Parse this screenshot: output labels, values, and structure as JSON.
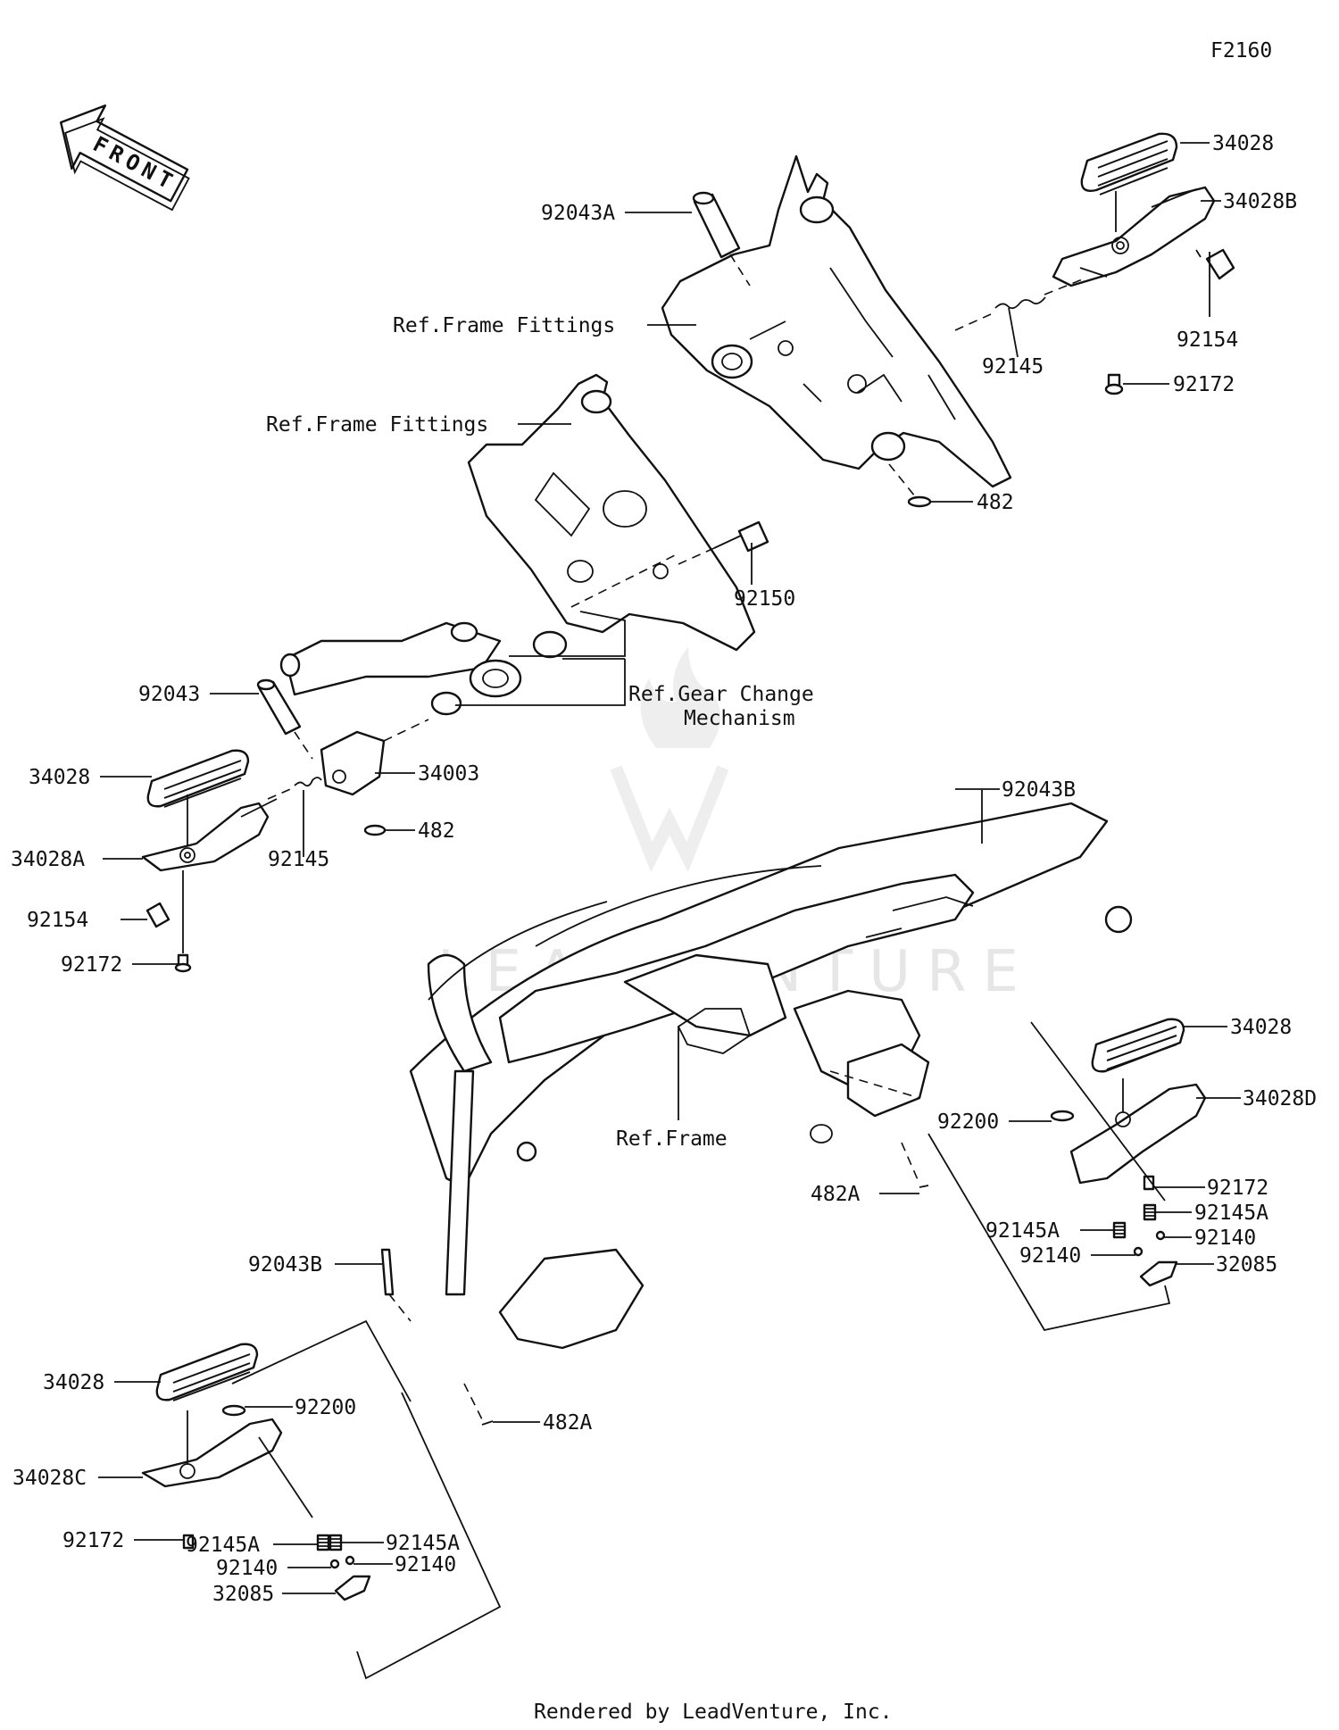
{
  "figure_code": "F2160",
  "footer": "Rendered by LeadVenture, Inc.",
  "watermark": "LEADVENTURE",
  "front_arrow_label": "FRONT",
  "labels": {
    "p34028_a": "34028",
    "p34028B": "34028B",
    "p92043A": "92043A",
    "ref_frame_fittings_a": "Ref.Frame Fittings",
    "p92154_a": "92154",
    "p92145_a": "92145",
    "p92172_a": "92172",
    "ref_frame_fittings_b": "Ref.Frame Fittings",
    "p482_a": "482",
    "p92150": "92150",
    "p92043": "92043",
    "ref_gear_change_1": "Ref.Gear Change",
    "ref_gear_change_2": "Mechanism",
    "p34028_b": "34028",
    "p34003": "34003",
    "p92043B_a": "92043B",
    "p34028A": "34028A",
    "p482_b": "482",
    "p92145_b": "92145",
    "p92154_b": "92154",
    "p92172_b": "92172",
    "p34028_c": "34028",
    "p34028D": "34028D",
    "ref_frame": "Ref.Frame",
    "p92200_a": "92200",
    "p92172_c": "92172",
    "p482A_a": "482A",
    "p92145A_a": "92145A",
    "p92145A_b": "92145A",
    "p92140_a": "92140",
    "p92140_b": "92140",
    "p32085_a": "32085",
    "p92043B_b": "92043B",
    "p34028_d": "34028",
    "p92200_b": "92200",
    "p482A_b": "482A",
    "p34028C": "34028C",
    "p92172_d": "92172",
    "p92145A_c": "92145A",
    "p92145A_d": "92145A",
    "p92140_c": "92140",
    "p92140_d": "92140",
    "p32085_b": "32085"
  }
}
